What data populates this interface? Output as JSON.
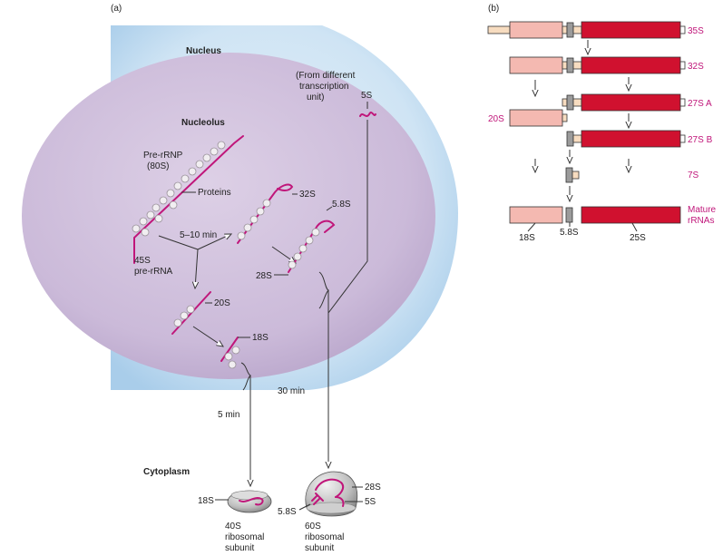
{
  "panel_a": {
    "label": "(a)",
    "nucleus": "Nucleus",
    "nucleolus": "Nucleolus",
    "cytoplasm": "Cytoplasm",
    "pre_rrnp_line1": "Pre-rRNP",
    "pre_rrnp_line2": "(80S)",
    "proteins": "Proteins",
    "pre_rrna_line1": "45S",
    "pre_rrna_line2": "pre-rRNA",
    "time_5_10": "5–10 min",
    "label_32s": "32S",
    "label_58s": "5.8S",
    "label_28s": "28S",
    "label_20s": "20S",
    "label_18s": "18S",
    "from_line1": "(From different",
    "from_line2": "transcription",
    "from_line3": "unit)",
    "label_5s": "5S",
    "time_30": "30 min",
    "time_5": "5 min",
    "sub40_18s": "18S",
    "sub40_line1": "40S",
    "sub40_line2": "ribosomal",
    "sub40_line3": "subunit",
    "sub60_28s": "28S",
    "sub60_5s": "5S",
    "sub60_58s": "5.8S",
    "sub60_line1": "60S",
    "sub60_line2": "ribosomal",
    "sub60_line3": "subunit"
  },
  "panel_b": {
    "label": "(b)",
    "row_35s": "35S",
    "row_32s": "32S",
    "row_27sa": "27S A",
    "row_20s": "20S",
    "row_27sb": "27S B",
    "row_7s": "7S",
    "mature_line1": "Mature",
    "mature_line2": "rRNAs",
    "label_18s": "18S",
    "label_58s": "5.8S",
    "label_25s": "25S"
  },
  "colors": {
    "nucleus": "#cfe4f4",
    "nucleolus": "#cfc0dc",
    "rna": "#c0167a",
    "bar_18s": "#f4b9b1",
    "bar_58s": "#9b9b9b",
    "bar_25s": "#d0112f",
    "spacer": "#f7dcc0"
  }
}
